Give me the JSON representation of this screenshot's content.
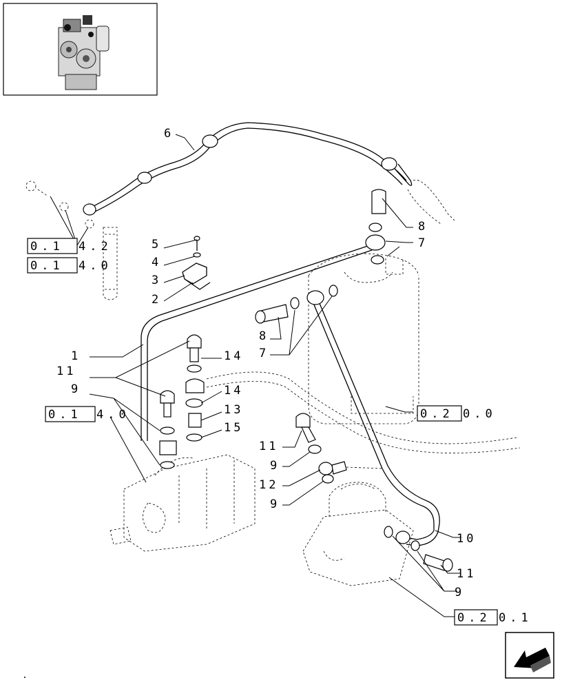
{
  "callouts": {
    "c1": "1",
    "c2": "2",
    "c3": "3",
    "c4": "4",
    "c5": "5",
    "c6": "6",
    "c7a": "7",
    "c7b": "7",
    "c8a": "8",
    "c8b": "8",
    "c9a": "9",
    "c9b": "9",
    "c9c": "9",
    "c9d": "9",
    "c10": "10",
    "c11a": "11",
    "c11b": "11",
    "c11c": "11",
    "c12": "12",
    "c13": "13",
    "c14a": "14",
    "c14b": "14",
    "c15": "15"
  },
  "references": {
    "ref_0142_box": "0.1",
    "ref_0142_tail": "4.2",
    "ref_0140a_box": "0.1",
    "ref_0140a_tail": "4.0",
    "ref_0140b_box": "0.1",
    "ref_0140b_tail": "4.0",
    "ref_0200_box": "0.2",
    "ref_0200_tail": "0.0",
    "ref_0201_box": "0.2",
    "ref_0201_tail": "0.1"
  },
  "thumbnail": {
    "icon": "engine-thumbnail-icon"
  },
  "navigation": {
    "icon": "back-arrow-icon"
  }
}
